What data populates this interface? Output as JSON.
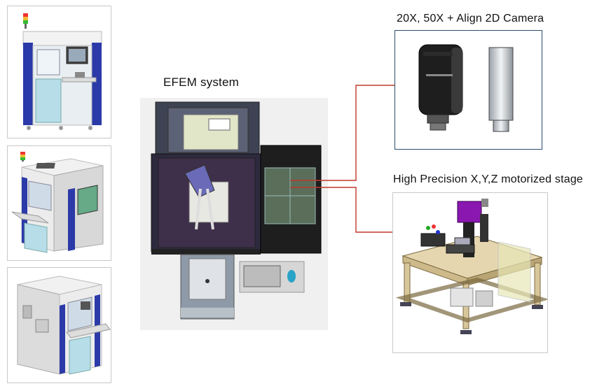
{
  "labels": {
    "efem": "EFEM system",
    "camera": "20X, 50X  + Align 2D Camera",
    "stage": "High Precision X,Y,Z motorized stage"
  },
  "colors": {
    "connector": "#c0392b",
    "frame_blue": "#2b3aa8",
    "panel_border": "#c8c8c8",
    "box_border": "#2d4a6e"
  }
}
